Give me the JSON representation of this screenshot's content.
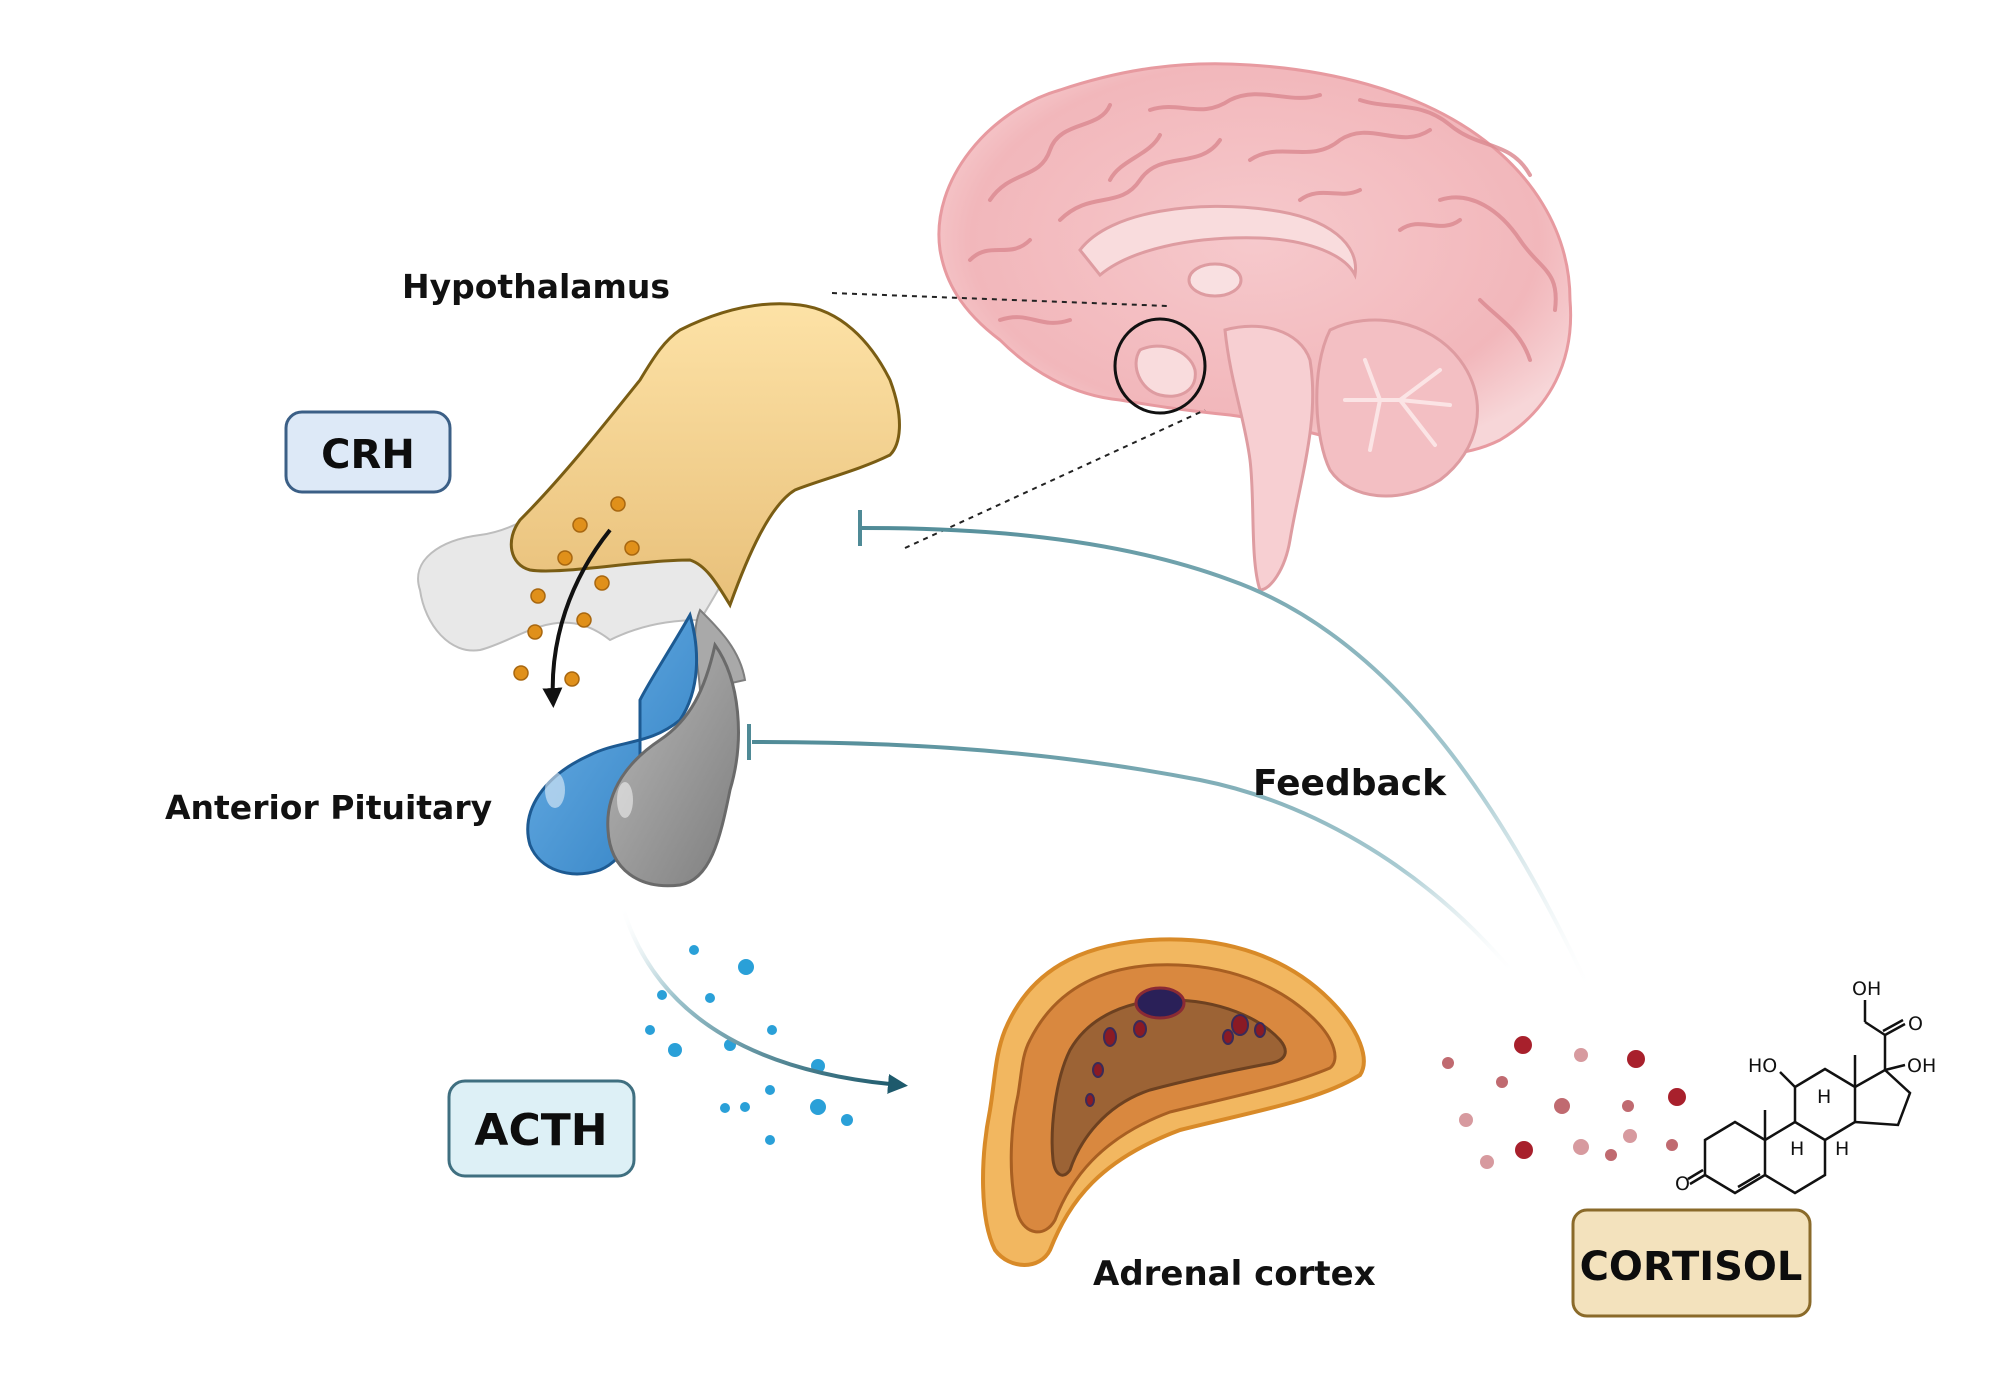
{
  "labels": {
    "hypothalamus": "Hypothalamus",
    "anterior_pituitary": "Anterior Pituitary",
    "adrenal_cortex": "Adrenal cortex",
    "feedback": "Feedback"
  },
  "hormones": {
    "crh": "CRH",
    "acth": "ACTH",
    "cortisol": "CORTISOL"
  },
  "chem_labels": {
    "oh_top": "OH",
    "ketone_side": "O",
    "oh_right": "OH",
    "ho_left": "HO",
    "h_a": "H",
    "h_b": "H",
    "h_c": "H",
    "ketone_ring": "O"
  },
  "colors": {
    "crh_box_fill": "#dde9f7",
    "crh_box_stroke": "#3b5f86",
    "acth_box_fill": "#ddf0f6",
    "acth_box_stroke": "#3f6f80",
    "cortisol_box_fill": "#f3e2bd",
    "cortisol_box_stroke": "#8a6a2a",
    "feedback_line": "#4f8a96",
    "acth_arrow": "#1e5a6c",
    "crh_particles": "#e0901a",
    "acth_particles": "#2aa0d8",
    "cortisol_particles": "#b0303a",
    "brain": "#f4c1c4"
  }
}
